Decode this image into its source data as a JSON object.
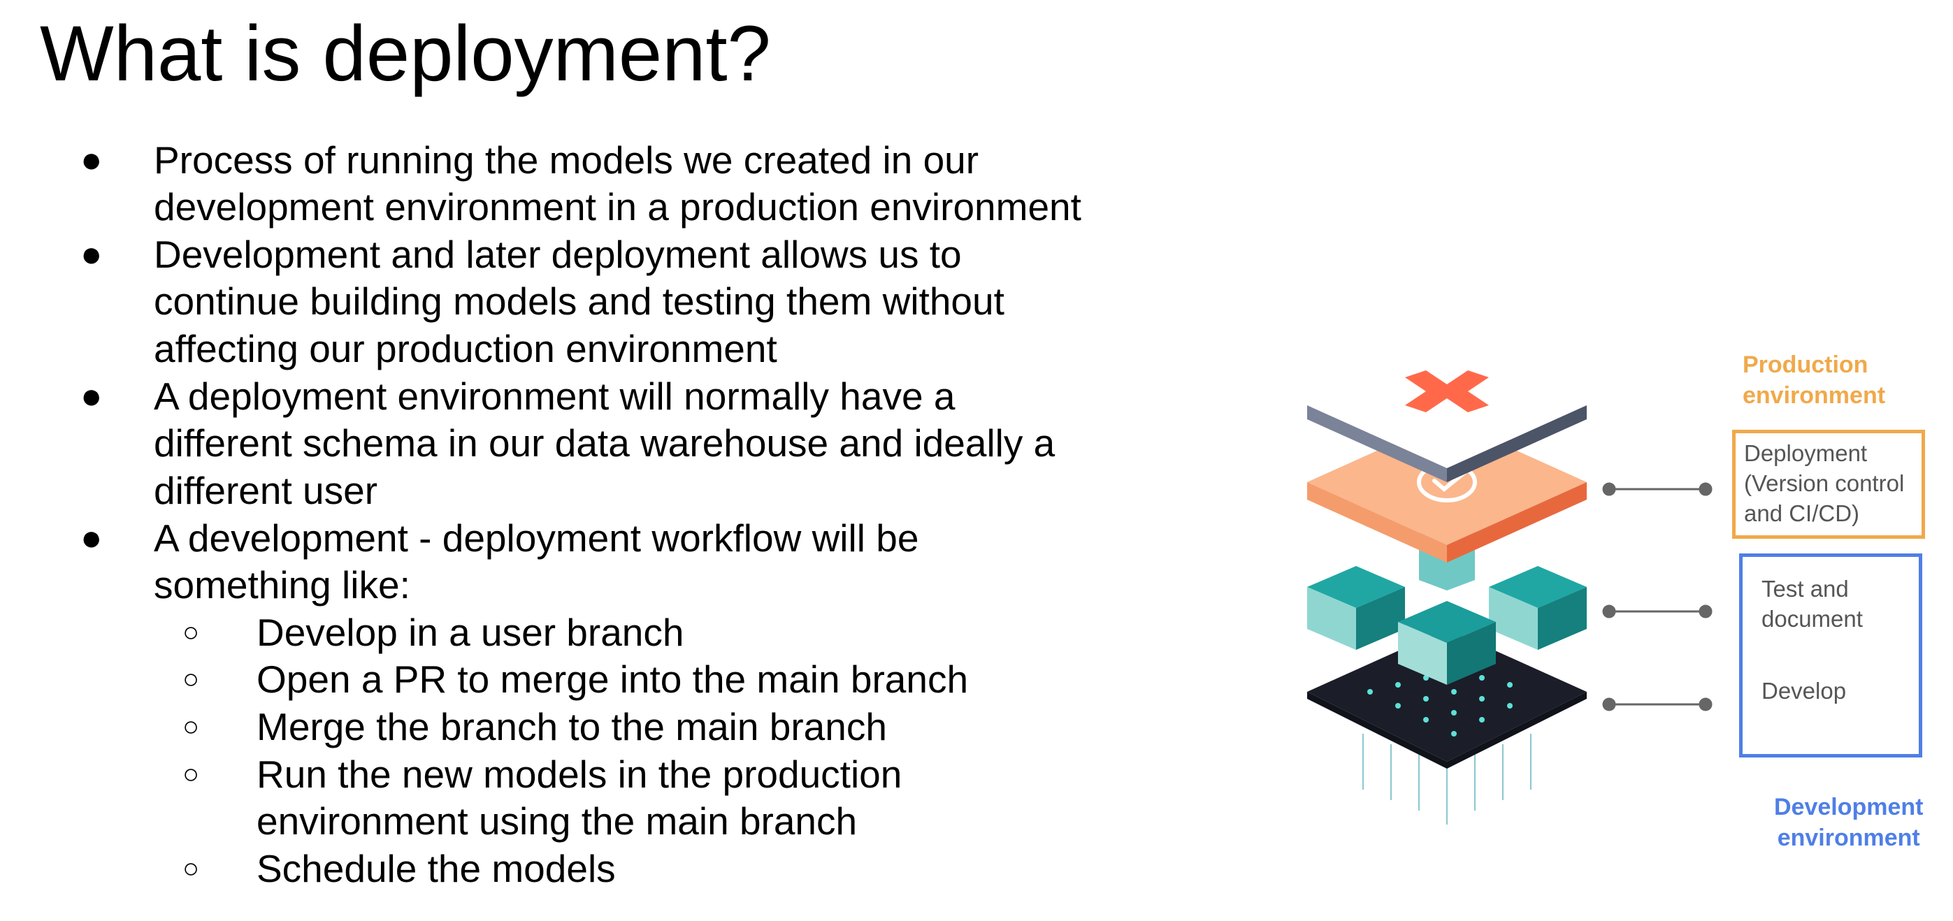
{
  "title": "What is deployment?",
  "bullets": [
    {
      "lines": [
        "Process of running the models we created in our",
        "development environment in a production environment"
      ]
    },
    {
      "lines": [
        "Development and later deployment allows us to",
        "continue building models and testing them without",
        "affecting our production environment"
      ]
    },
    {
      "lines": [
        "A deployment environment will normally have a",
        "different schema in our data warehouse and ideally a",
        "different user"
      ]
    },
    {
      "lines": [
        "A development - deployment workflow will be",
        "something like:"
      ]
    }
  ],
  "sub_bullets": [
    {
      "lines": [
        "Develop in a user branch"
      ]
    },
    {
      "lines": [
        "Open a PR to merge into the main branch"
      ]
    },
    {
      "lines": [
        "Merge the branch to the main branch"
      ]
    },
    {
      "lines": [
        "Run the new models in the production",
        "environment using the main branch"
      ]
    },
    {
      "lines": [
        "Schedule the models"
      ]
    }
  ],
  "diagram": {
    "production_label": [
      "Production",
      "environment"
    ],
    "development_label": [
      "Development",
      "environment"
    ],
    "deployment_box": [
      "Deployment",
      "(Version control",
      "and CI/CD)"
    ],
    "test_box": [
      "Test and",
      "document"
    ],
    "develop_box": "Develop",
    "colors": {
      "production": "#f0a94a",
      "development": "#4f7fe6",
      "logo": "#ff694a",
      "ci_layer": "#fbb68c",
      "blocks": "#179a9a",
      "base": "#262a38"
    },
    "icons": [
      "dbt-logo-icon",
      "check-circle-icon"
    ]
  }
}
